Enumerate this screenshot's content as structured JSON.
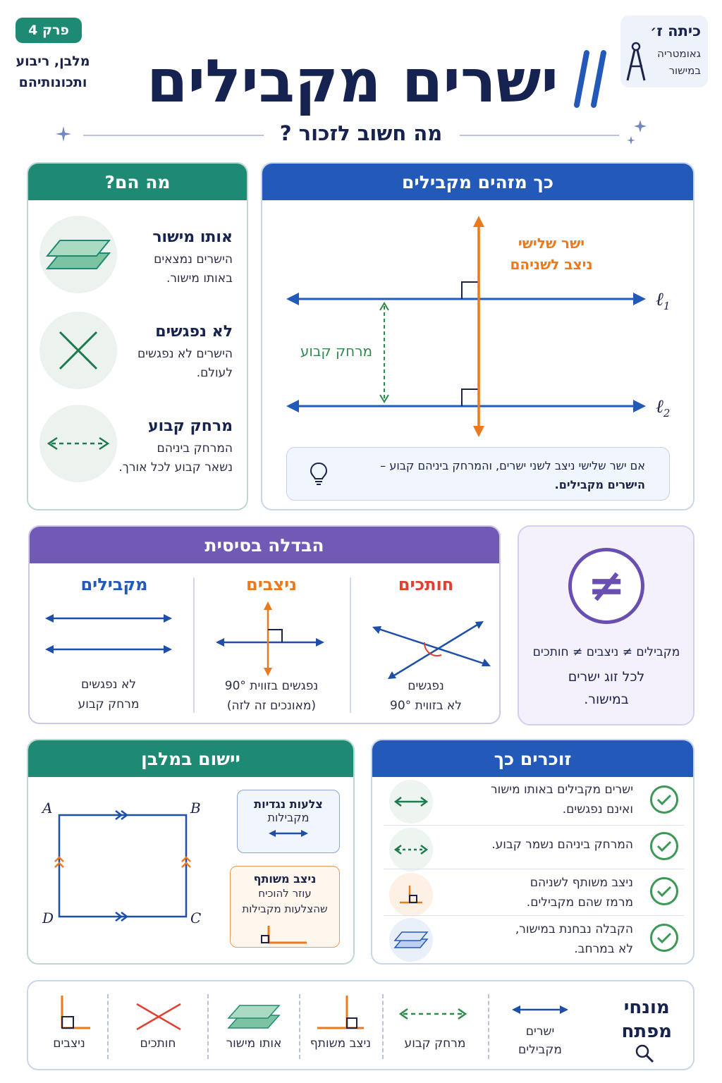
{
  "header": {
    "chapter_badge": "פרק 4",
    "chapter_subtitle_line1": "מלבן, ריבוע",
    "chapter_subtitle_line2": "ותכונותיהם",
    "title": "ישרים מקבילים",
    "grade": "כיתה ז׳",
    "topic_line1": "גאומטריה",
    "topic_line2": "במישור",
    "what_to_remember": "מה חשוב לזכור ?"
  },
  "what_are_they": {
    "title": "מה הם?",
    "items": [
      {
        "title": "אותו מישור",
        "line1": "הישרים נמצאים",
        "line2": "באותו מישור.",
        "icon": "planes-icon"
      },
      {
        "title": "לא נפגשים",
        "line1": "הישרים לא נפגשים",
        "line2": "לעולם.",
        "icon": "x-icon"
      },
      {
        "title": "מרחק קבוע",
        "line1": "המרחק ביניהם",
        "line2": "נשאר קבוע לכל אורך.",
        "icon": "dashed-arrow-icon"
      }
    ]
  },
  "identify": {
    "title": "כך מזהים מקבילים",
    "third_line_label1": "ישר שלישי",
    "third_line_label2": "ניצב לשניהם",
    "distance_label": "מרחק קבוע",
    "line1_label": "ℓ",
    "line1_sub": "1",
    "line2_label": "ℓ",
    "line2_sub": "2",
    "tip_line1": "אם ישר שלישי ניצב לשני ישרים, והמרחק ביניהם קבוע –",
    "tip_line2": "הישרים מקבילים.",
    "tip_icon": "lightbulb-icon"
  },
  "distinction": {
    "title": "הבדלה בסיסית",
    "columns": [
      {
        "title": "מקבילים",
        "line1": "לא נפגשים",
        "line2": "מרחק קבוע",
        "color": "#2359b8"
      },
      {
        "title": "ניצבים",
        "line1": "נפגשים בזווית 90°",
        "line2": "(מאונכים זה לזה)",
        "color": "#ea7a1e"
      },
      {
        "title": "חותכים",
        "line1": "נפגשים",
        "line2": "לא בזווית 90°",
        "color": "#e0402e"
      }
    ]
  },
  "not_equal": {
    "symbol": "≠",
    "line1": "מקבילים ≠ ניצבים ≠ חותכים",
    "line2": "לכל זוג ישרים",
    "line3": "במישור."
  },
  "rectangle": {
    "title": "יישום במלבן",
    "vertices": {
      "a": "A",
      "b": "B",
      "c": "C",
      "d": "D"
    },
    "box1_title": "צלעות נגדיות",
    "box1_text": "מקבילות",
    "box2_title": "ניצב משותף",
    "box2_line1": "עוזר להוכיח",
    "box2_line2": "שהצלעות מקבילות"
  },
  "remember": {
    "title": "זוכרים כך",
    "items": [
      {
        "line1": "ישרים מקבילים באותו מישור",
        "line2": "ואינם נפגשים.",
        "icon": "double-arrow-icon"
      },
      {
        "line1": "המרחק ביניהם נשמר קבוע.",
        "line2": "",
        "icon": "dashed-arrow-icon"
      },
      {
        "line1": "ניצב משותף לשניהם",
        "line2": "מרמז שהם מקבילים.",
        "icon": "right-angle-icon"
      },
      {
        "line1": "הקבלה נבחנת במישור,",
        "line2": "לא במרחב.",
        "icon": "planes-icon"
      }
    ]
  },
  "key_terms": {
    "title_line1": "מונחי",
    "title_line2": "מפתח",
    "items": [
      {
        "line1": "ישרים",
        "line2": "מקבילים"
      },
      {
        "line1": "מרחק קבוע",
        "line2": ""
      },
      {
        "line1": "ניצב משותף",
        "line2": ""
      },
      {
        "line1": "אותו מישור",
        "line2": ""
      },
      {
        "line1": "חותכים",
        "line2": ""
      },
      {
        "line1": "ניצבים",
        "line2": ""
      }
    ]
  },
  "colors": {
    "navy": "#1b2348",
    "blue": "#2359b8",
    "green": "#1f8a74",
    "orange": "#ea7a1e",
    "purple": "#7159b6",
    "red": "#e0402e"
  }
}
